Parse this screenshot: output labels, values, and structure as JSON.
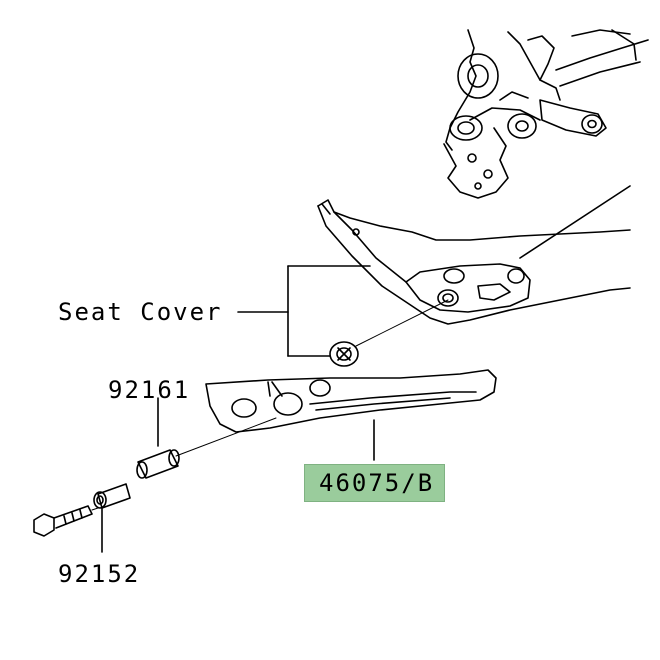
{
  "labels": {
    "seat_cover": "Seat Cover",
    "part_92161": "92161",
    "part_92152": "92152",
    "part_46075b": "46075/B"
  },
  "colors": {
    "highlight": "#9acc9c",
    "line": "#000000",
    "background": "#ffffff"
  }
}
